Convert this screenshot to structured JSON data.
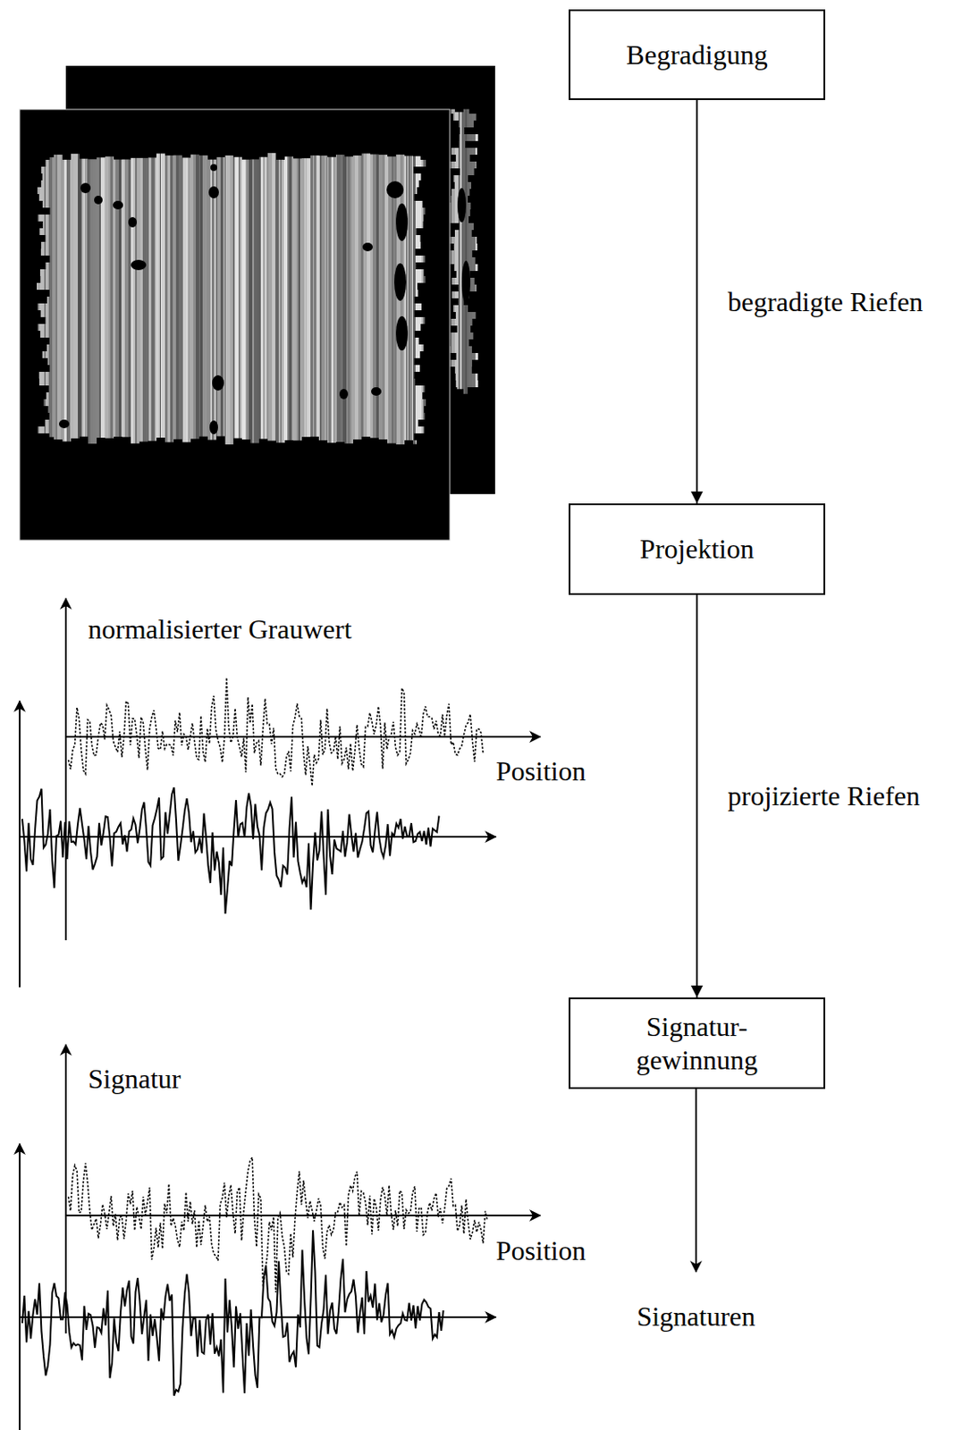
{
  "diagram": {
    "nodes": [
      {
        "text": [
          "Begradigung"
        ]
      },
      {
        "text": [
          "Projektion"
        ]
      },
      {
        "text": [
          "Signatur- gewinnung"
        ]
      }
    ],
    "edges": [
      {
        "from": 0,
        "to": 1,
        "arrow": "to",
        "label": "begradigte Riefen"
      },
      {
        "from": 1,
        "to": 2,
        "arrow": "to",
        "label": "projizierte Riefen"
      }
    ],
    "labels": [
      "normalisierter Grauwert",
      "Position",
      "Signatur",
      "Position",
      "Signaturen"
    ]
  }
}
